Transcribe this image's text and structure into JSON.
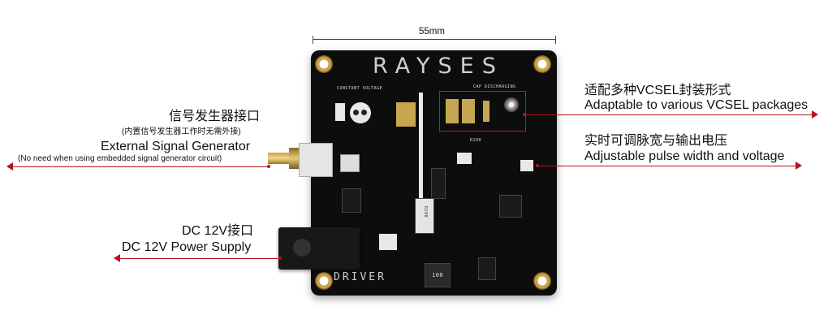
{
  "dimension": {
    "label": "55mm"
  },
  "board": {
    "logo": "RAYSES",
    "silk_left": "CONSTANT VOLTAGE",
    "silk_right": "CAP DISCHARGING",
    "silk_r100_top": "R100",
    "silk_r100_mid": "R100",
    "inductor_label": "100",
    "driver_label": "DRIVER"
  },
  "callouts": {
    "external_signal": {
      "cn_title": "信号发生器接口",
      "cn_note": "(内置信号发生器工作时无需外接)",
      "en_title": "External Signal Generator",
      "en_note": "(No need when using embedded signal generator circuit)"
    },
    "dc_power": {
      "cn": "DC 12V接口",
      "en": "DC 12V Power Supply"
    },
    "vcsel": {
      "cn": "适配多种VCSEL封装形式",
      "en": "Adaptable to various VCSEL packages"
    },
    "pulse": {
      "cn": "实时可调脉宽与输出电压",
      "en": "Adjustable pulse width and voltage"
    }
  },
  "colors": {
    "accent": "#b5121b",
    "board": "#0d0d0d"
  }
}
